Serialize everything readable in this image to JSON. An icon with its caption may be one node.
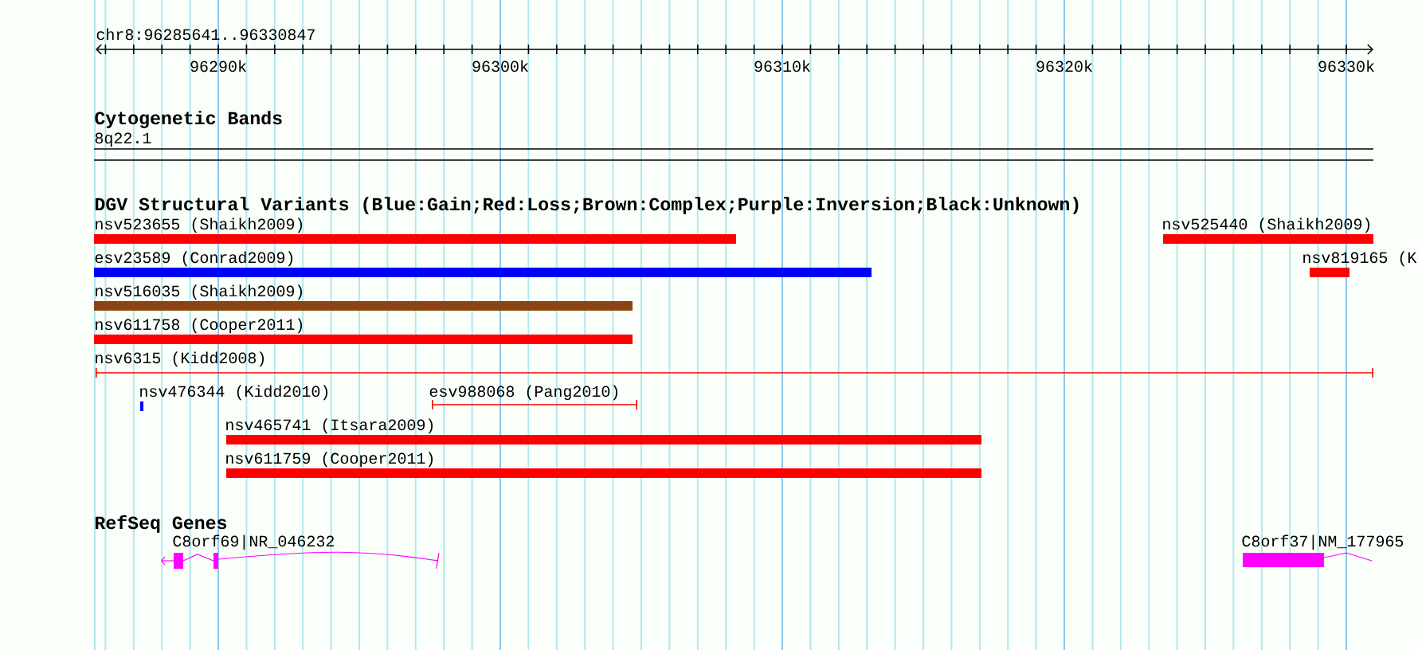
{
  "diagram": {
    "labels": [
      "chr8:96285641..96330847",
      "96290k",
      "96300k",
      "96310k",
      "96320k",
      "96330k",
      "Cytogenetic Bands",
      "8q22.1",
      "DGV Structural Variants (Blue:Gain;Red:Loss;Brown:Complex;Purple:Inversion;Black:Unknown)",
      "nsv523655 (Shaikh2009)",
      "nsv525440 (Shaikh2009)",
      "esv23589 (Conrad2009)",
      "nsv819165 (K",
      "nsv516035 (Shaikh2009)",
      "nsv611758 (Cooper2011)",
      "nsv6315 (Kidd2008)",
      "nsv476344 (Kidd2010)",
      "esv988068 (Pang2010)",
      "nsv465741 (Itsara2009)",
      "nsv611759 (Cooper2011)",
      "RefSeq Genes",
      "C8orf69|NR_046232",
      "C8orf37|NM_177965"
    ]
  }
}
